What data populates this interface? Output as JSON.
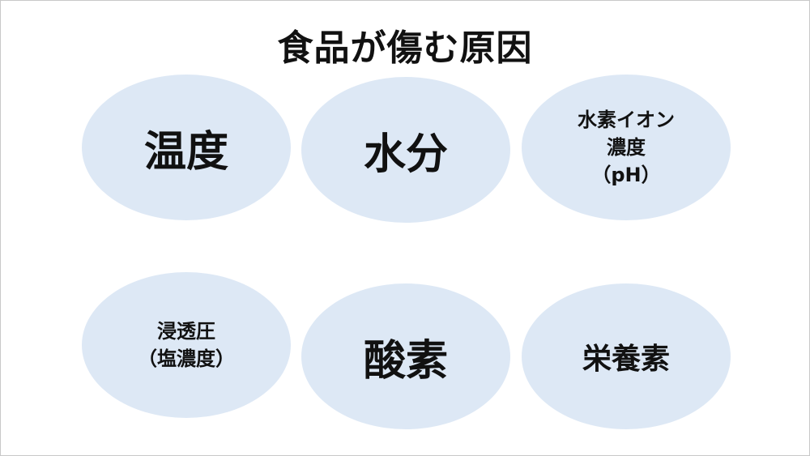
{
  "title": "食品が傷む原因",
  "colors": {
    "ellipse_fill": "#dde8f5",
    "text": "#111111"
  },
  "causes": [
    {
      "label": "温度"
    },
    {
      "label": "水分"
    },
    {
      "label": "水素イオン\n濃度\n（pH）"
    },
    {
      "label": "浸透圧\n（塩濃度）"
    },
    {
      "label": "酸素"
    },
    {
      "label": "栄養素"
    }
  ]
}
